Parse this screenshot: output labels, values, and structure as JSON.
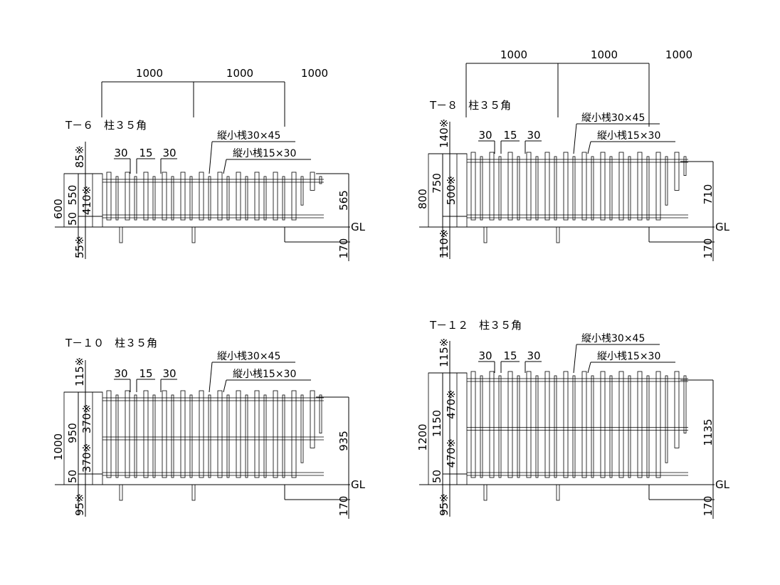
{
  "top_spacing": [
    "1000",
    "1000",
    "1000"
  ],
  "bar_spacing": [
    "30",
    "15",
    "30"
  ],
  "label_large_slat": "縦小桟30×45",
  "label_small_slat": "縦小桟15×30",
  "ground_label": "GL",
  "embed_depth": "170",
  "panels": [
    {
      "title": "T－６　柱３５角",
      "total_height": "600",
      "fence_height": "550",
      "bottom_gap": "50",
      "top_note": "85※",
      "mid_notes": [
        "410※"
      ],
      "bottom_note": "55※",
      "right_height": "565",
      "show_top_spacing": true
    },
    {
      "title": "T－８　柱３５角",
      "total_height": "800",
      "fence_height": "750",
      "bottom_gap": "",
      "top_note": "140※",
      "mid_notes": [
        "500※"
      ],
      "bottom_note": "110※",
      "right_height": "710",
      "show_top_spacing": true
    },
    {
      "title": "T－１０　柱３５角",
      "total_height": "1000",
      "fence_height": "950",
      "bottom_gap": "50",
      "top_note": "115※",
      "mid_notes": [
        "370※",
        "370※"
      ],
      "bottom_note": "95※",
      "right_height": "935",
      "show_top_spacing": false
    },
    {
      "title": "T－１２　柱３５角",
      "total_height": "1200",
      "fence_height": "1150",
      "bottom_gap": "50",
      "top_note": "115※",
      "mid_notes": [
        "470※",
        "470※"
      ],
      "bottom_note": "95※",
      "right_height": "1135",
      "show_top_spacing": false
    }
  ]
}
